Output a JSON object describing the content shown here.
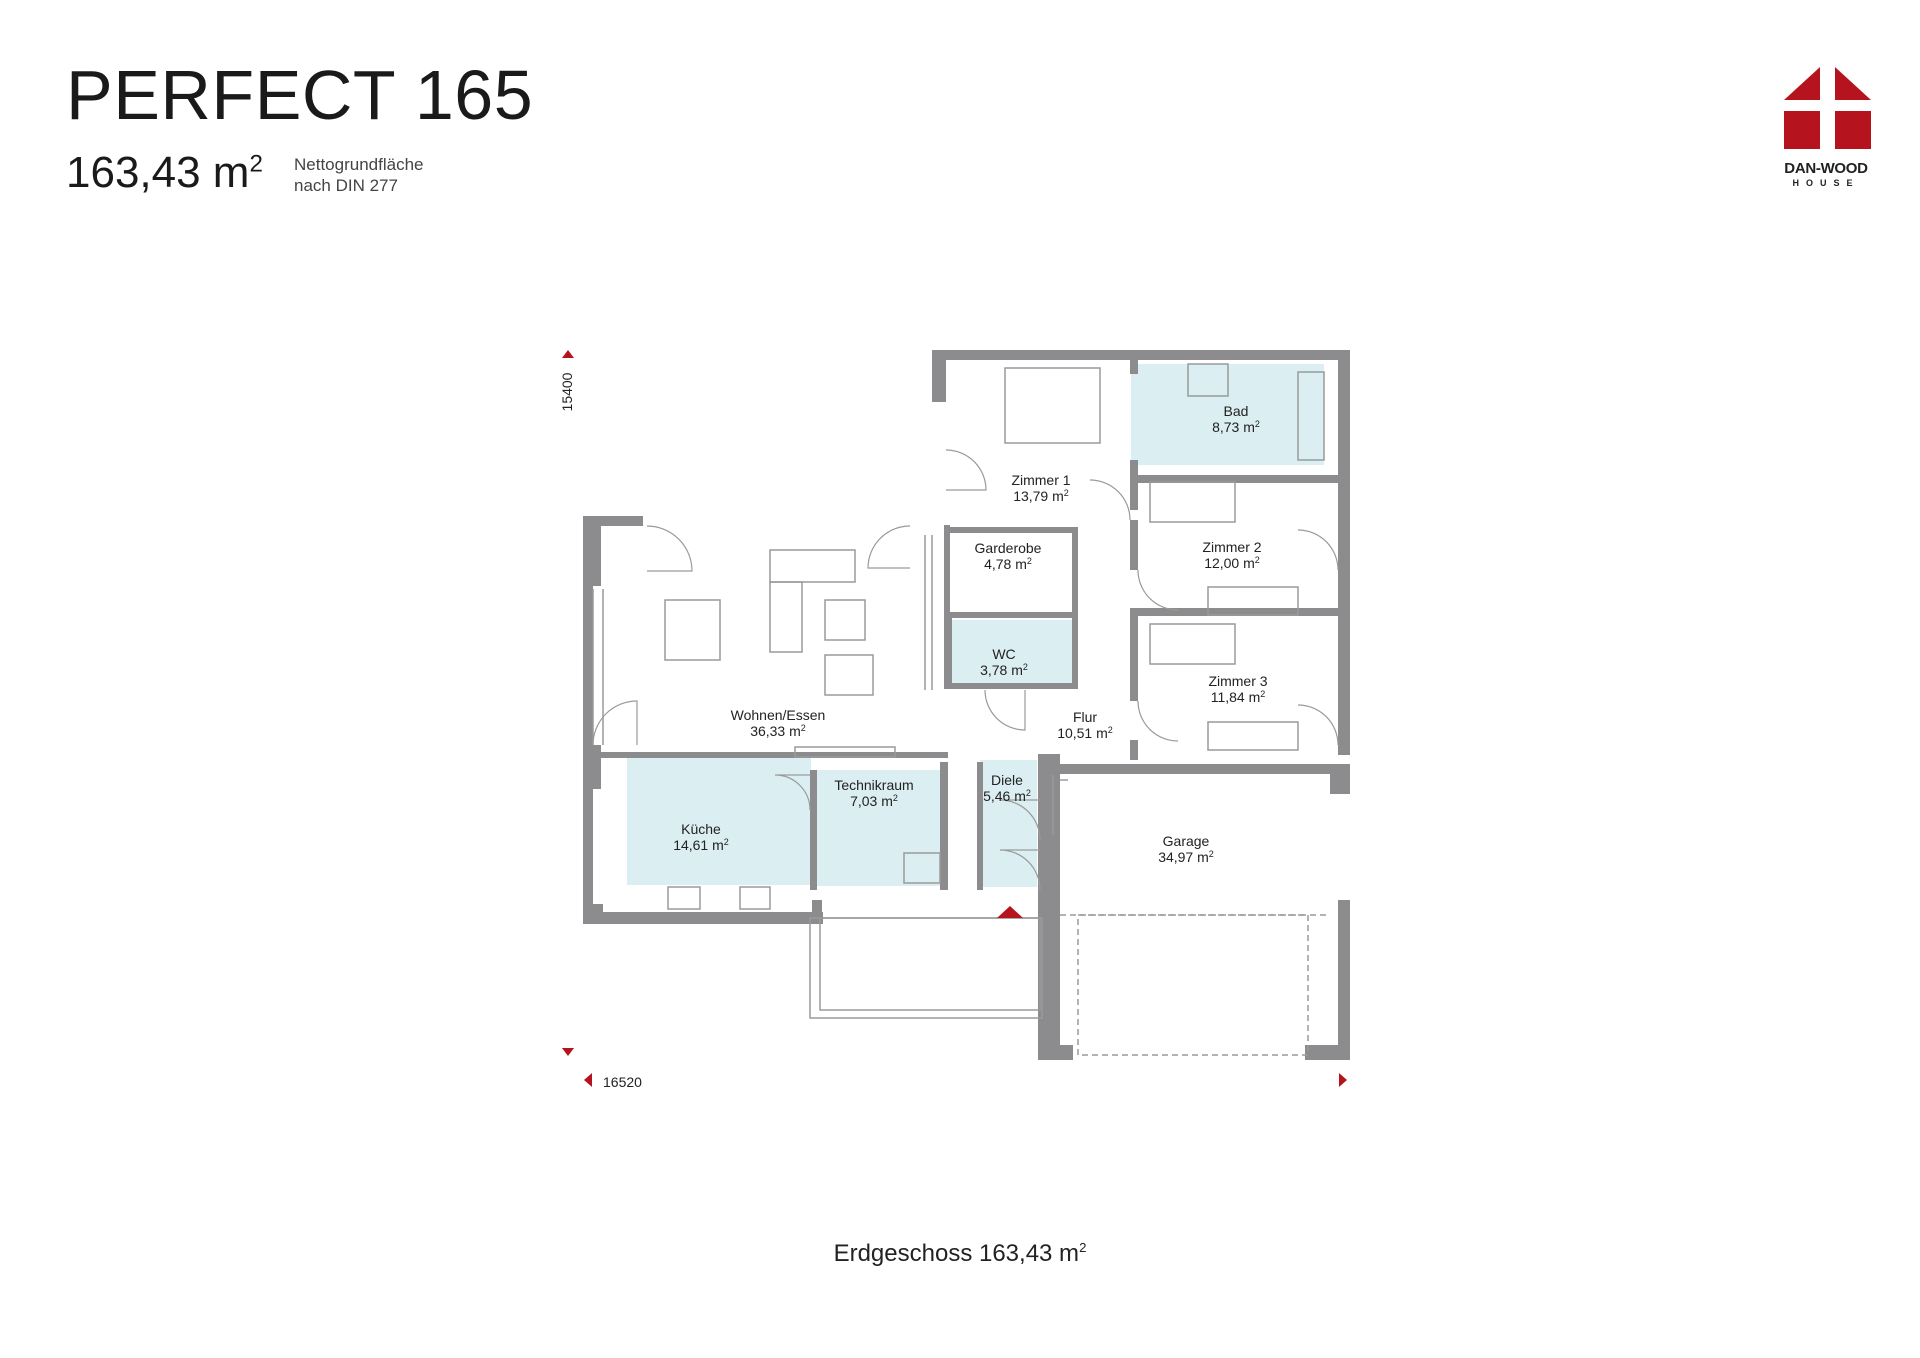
{
  "header": {
    "title": "PERFECT 165",
    "area_value": "163,43 m",
    "area_sup": "2",
    "area_note_1": "Nettogrundfläche",
    "area_note_2": "nach DIN 277"
  },
  "logo": {
    "icon": "house-cross-icon",
    "text": "DAN-WOOD",
    "sub": "HOUSE",
    "color": "#b5141f"
  },
  "dimensions": {
    "vertical": "15400",
    "horizontal": "16520"
  },
  "rooms": [
    {
      "name": "Zimmer 1",
      "area": "13,79 m"
    },
    {
      "name": "Bad",
      "area": "8,73 m"
    },
    {
      "name": "Zimmer 2",
      "area": "12,00 m"
    },
    {
      "name": "Garderobe",
      "area": "4,78 m"
    },
    {
      "name": "WC",
      "area": "3,78 m"
    },
    {
      "name": "Zimmer 3",
      "area": "11,84 m"
    },
    {
      "name": "Wohnen/Essen",
      "area": "36,33 m"
    },
    {
      "name": "Flur",
      "area": "10,51 m"
    },
    {
      "name": "Technikraum",
      "area": "7,03 m"
    },
    {
      "name": "Diele",
      "area": "5,46 m"
    },
    {
      "name": "Küche",
      "area": "14,61 m"
    },
    {
      "name": "Garage",
      "area": "34,97 m"
    }
  ],
  "area_unit_sup": "2",
  "caption": {
    "text": "Erdgeschoss 163,43 m",
    "sup": "2"
  },
  "colors": {
    "wall": "#8c8c8e",
    "tile": "#dbeef2",
    "marker": "#b5141f",
    "line": "#9a9a9a"
  }
}
